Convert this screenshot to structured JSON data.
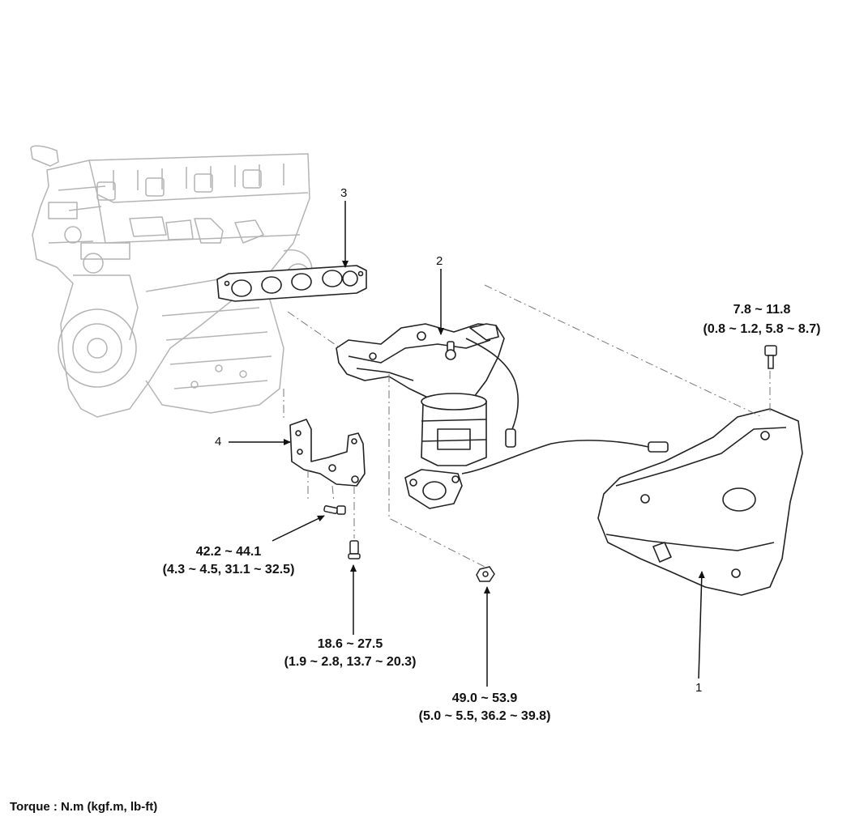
{
  "callouts": {
    "part1": "1",
    "part2": "2",
    "part3": "3",
    "part4": "4"
  },
  "torques": {
    "heat_protector_bolt": {
      "nm": "7.8 ~ 11.8",
      "alt": "(0.8 ~ 1.2, 5.8 ~ 8.7)"
    },
    "bracket_bolt": {
      "nm": "42.2 ~ 44.1",
      "alt": "(4.3 ~ 4.5, 31.1 ~ 32.5)"
    },
    "manifold_bolt": {
      "nm": "18.6 ~ 27.5",
      "alt": "(1.9 ~ 2.8, 13.7 ~ 20.3)"
    },
    "manifold_nut": {
      "nm": "49.0 ~ 53.9",
      "alt": "(5.0 ~ 5.5, 36.2 ~ 39.8)"
    }
  },
  "footer": {
    "torque_units": "Torque : N.m (kgf.m, lb-ft)"
  },
  "colors": {
    "ghost_line": "#b4b4b4",
    "part_line": "#222222",
    "leader": "#111111"
  },
  "icons": {
    "bolt": "bolt-icon",
    "nut": "nut-icon"
  }
}
